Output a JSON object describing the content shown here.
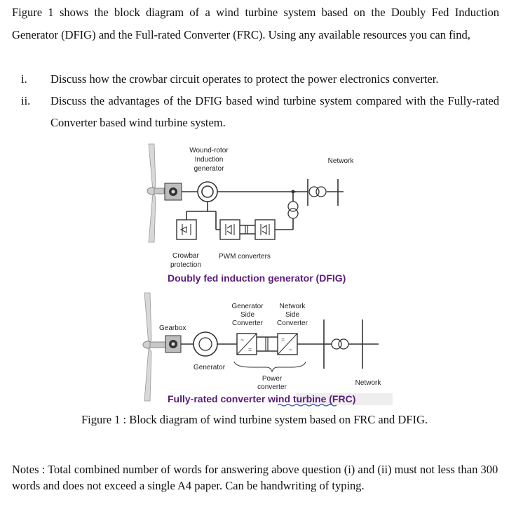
{
  "intro": "Figure 1 shows the block diagram of a wind turbine system based on the Doubly Fed Induction Generator (DFIG) and the Full-rated Converter (FRC). Using any available resources you can find,",
  "questions": [
    {
      "num": "i.",
      "text": "Discuss how the crowbar circuit operates to protect the power electronics converter."
    },
    {
      "num": "ii.",
      "text": "Discuss the advantages of the DFIG based wind turbine system compared with the Fully-rated Converter based wind turbine system."
    }
  ],
  "dfig": {
    "label_wound1": "Wound-rotor",
    "label_wound2": "Induction",
    "label_wound3": "generator",
    "label_network": "Network",
    "label_crowbar1": "Crowbar",
    "label_crowbar2": "protection",
    "label_pwm": "PWM converters",
    "title": "Doubly fed induction generator (DFIG)"
  },
  "frc": {
    "label_gsc1": "Generator",
    "label_gsc2": "Side",
    "label_gsc3": "Converter",
    "label_nsc1": "Network",
    "label_nsc2": "Side",
    "label_nsc3": "Converter",
    "label_gearbox": "Gearbox",
    "label_generator": "Generator",
    "label_power1": "Power",
    "label_power2": "converter",
    "label_network": "Network",
    "title": "Fully-rated converter wind turbine (FRC)"
  },
  "caption": "Figure 1 : Block diagram of wind turbine system based on FRC and DFIG.",
  "notes": "Notes : Total combined number of words for answering above question (i) and (ii) must not less than 300 words and does not exceed a single A4 paper. Can be handwriting of typing."
}
